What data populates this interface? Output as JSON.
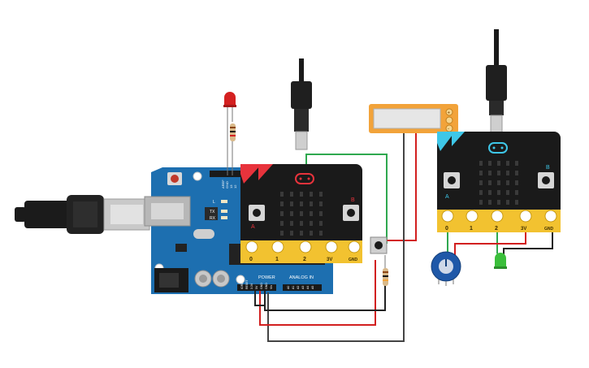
{
  "colors": {
    "arduino_blue": "#1d6fb0",
    "microbit_black": "#1a1a1a",
    "microbit_red_accent": "#e8333c",
    "microbit_cyan_accent": "#3ec7e8",
    "edge_gold": "#f2c230",
    "wire_red": "#d21f1f",
    "wire_black": "#222222",
    "wire_green": "#2fa84f",
    "battery_orange": "#f2a33a",
    "led_red": "#d42020",
    "led_green": "#3bbf3b",
    "pot_blue": "#1f58a8"
  },
  "arduino": {
    "power_label": "POWER",
    "analog_label": "ANALOG IN",
    "tx_label": "TX",
    "rx_label": "RX",
    "l_label": "L",
    "aref_label": "AREF",
    "gnd_label": "GND",
    "pin13_label": "13",
    "pin12_label": "12",
    "ioref_label": "IOREF",
    "reset_label": "RESET",
    "v33_label": "3.3V",
    "v5_label": "5V",
    "gnd1_label": "GND",
    "gnd2_label": "GND",
    "vin_label": "Vin",
    "a0_label": "A0",
    "a1_label": "A1",
    "a2_label": "A2",
    "a3_label": "A3",
    "a4_label": "A4",
    "a5_label": "A5"
  },
  "microbit_left": {
    "pad0": "0",
    "pad1": "1",
    "pad2": "2",
    "pad3v": "3V",
    "padgnd": "GND",
    "button_a": "A",
    "button_b": "B"
  },
  "microbit_right": {
    "pad0": "0",
    "pad1": "1",
    "pad2": "2",
    "pad3v": "3V",
    "padgnd": "GND",
    "button_a": "A",
    "button_b": "B"
  },
  "battery": {
    "plus": "+",
    "minus": "-"
  }
}
